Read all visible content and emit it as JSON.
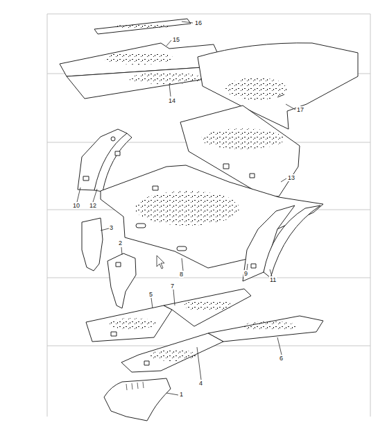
{
  "diagram": {
    "labels": [
      "16",
      "15",
      "14",
      "17",
      "10",
      "12",
      "13",
      "3",
      "2",
      "8",
      "9",
      "11",
      "7",
      "5",
      "6",
      "4",
      "1"
    ]
  }
}
